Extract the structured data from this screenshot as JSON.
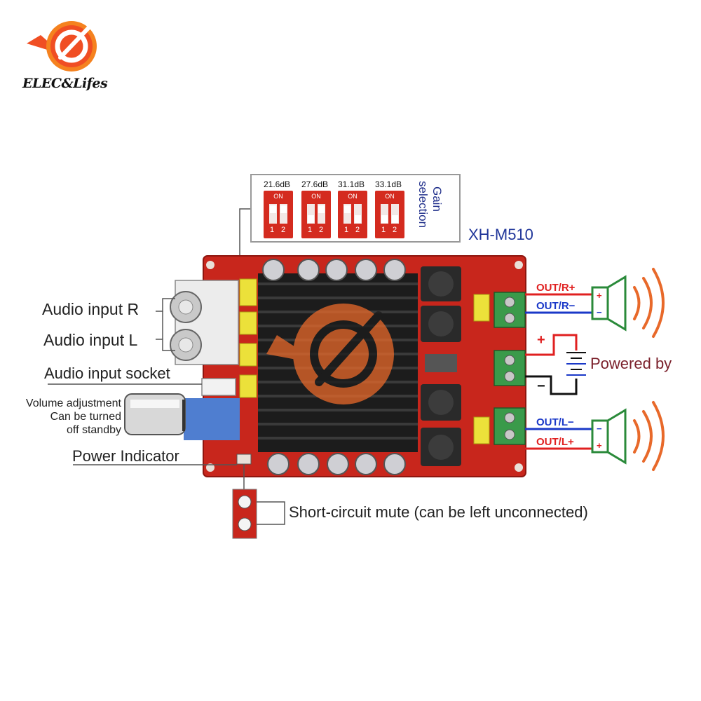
{
  "brand": {
    "name": "ELEC&Lifes",
    "logo_colors": [
      "#f04e23",
      "#f5821f"
    ]
  },
  "gain_selection": {
    "label_line1": "Gain",
    "label_line2": "selection",
    "on_label": "ON",
    "switch_numbers": [
      "1",
      "2"
    ],
    "options": [
      "21.6dB",
      "27.6dB",
      "31.1dB",
      "33.1dB"
    ]
  },
  "model": "XH-M510",
  "labels": {
    "audio_input_r": "Audio input R",
    "audio_input_l": "Audio input L",
    "audio_input_socket": "Audio input socket",
    "volume_line1": "Volume adjustment",
    "volume_line2": "Can be turned",
    "volume_line3": "off standby",
    "power_indicator": "Power Indicator",
    "short_circuit_mute": "Short-circuit mute (can be left unconnected)",
    "powered_by": "Powered by"
  },
  "outputs": {
    "r_plus": "OUT/R+",
    "r_minus": "OUT/R−",
    "l_minus": "OUT/L−",
    "l_plus": "OUT/L+"
  },
  "supply": {
    "plus": "+",
    "minus": "−"
  },
  "colors": {
    "board_red": "#c8261c",
    "heatsink": "#1c1c1c",
    "terminal_green": "#3a9a4a",
    "wire_red": "#e02020",
    "wire_blue": "#1a38c8",
    "wave_orange": "#e8692a",
    "label_blue": "#1f3599"
  }
}
